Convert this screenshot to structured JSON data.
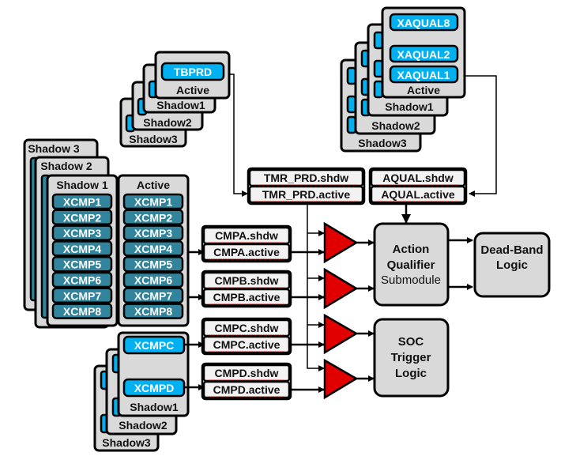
{
  "diagram": {
    "tbprd_stack": {
      "register": "TBPRD",
      "layers": [
        "Active",
        "Shadow1",
        "Shadow2",
        "Shadow3"
      ]
    },
    "xaqual_stack": {
      "registers": [
        "XAQUAL8",
        "XAQUAL2",
        "XAQUAL1"
      ],
      "layers": [
        "Active",
        "Shadow1",
        "Shadow2",
        "Shadow3"
      ]
    },
    "xcmp_stack": {
      "shadow_layers": [
        "Shadow 3",
        "Shadow 2",
        "Shadow 1"
      ],
      "active_label": "Active",
      "registers": [
        "XCMP1",
        "XCMP2",
        "XCMP3",
        "XCMP4",
        "XCMP5",
        "XCMP6",
        "XCMP7",
        "XCMP8"
      ]
    },
    "xcmpcd_stack": {
      "registers": [
        "XCMPC",
        "XCMPD"
      ],
      "layers": [
        "Shadow1",
        "Shadow2",
        "Shadow3"
      ]
    },
    "pairs": [
      {
        "shdw": "TMR_PRD.shdw",
        "active": "TMR_PRD.active"
      },
      {
        "shdw": "AQUAL.shdw",
        "active": "AQUAL.active"
      },
      {
        "shdw": "CMPA.shdw",
        "active": "CMPA.active"
      },
      {
        "shdw": "CMPB.shdw",
        "active": "CMPB.active"
      },
      {
        "shdw": "CMPC.shdw",
        "active": "CMPC.active"
      },
      {
        "shdw": "CMPD.shdw",
        "active": "CMPD.active"
      }
    ],
    "blocks": {
      "action_qualifier": {
        "line1": "Action",
        "line2": "Qualifier",
        "line3": "Submodule"
      },
      "dead_band": {
        "line1": "Dead-Band",
        "line2": "Logic"
      },
      "soc_trigger": {
        "line1": "SOC",
        "line2": "Trigger",
        "line3": "Logic"
      }
    },
    "colors": {
      "chip_blue": "#00b0f0",
      "chip_teal": "#31849b",
      "comparator_red": "#e00000",
      "box_gray": "#d9d9d9"
    }
  }
}
